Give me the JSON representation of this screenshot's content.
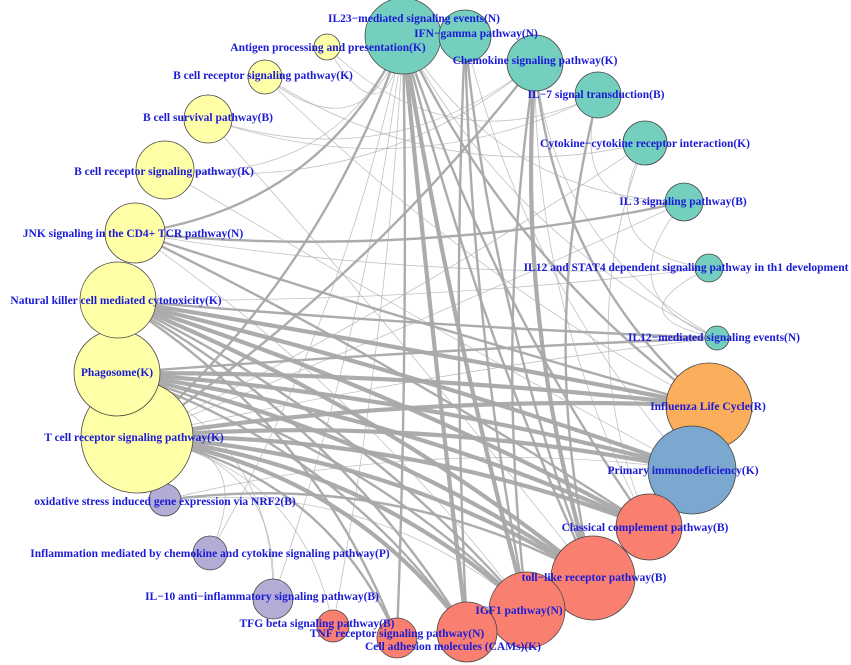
{
  "colors": {
    "background": "#ffffff",
    "edge": "#a8a8a8",
    "label": "#1b1bd6",
    "yellow": "#ffffa8",
    "teal": "#74cfbf",
    "purple": "#b3add6",
    "salmon": "#f98071",
    "orange": "#fbae5b",
    "blue": "#7ca7cf"
  },
  "nodes": [
    {
      "id": "il23",
      "label": "IL23−mediated signaling events(N)",
      "group": "teal"
    },
    {
      "id": "ifng",
      "label": "IFN−gamma pathway(N)",
      "group": "teal"
    },
    {
      "id": "chemokine",
      "label": "Chemokine signaling pathway(K)",
      "group": "teal"
    },
    {
      "id": "il7",
      "label": "IL−7 signal transduction(B)",
      "group": "teal"
    },
    {
      "id": "cytokine",
      "label": "Cytokine−cytokine receptor interaction(K)",
      "group": "teal"
    },
    {
      "id": "il3",
      "label": "IL 3 signaling pathway(B)",
      "group": "teal"
    },
    {
      "id": "il12stat4",
      "label": "IL12 and STAT4 dependent signaling pathway in th1 development",
      "group": "teal"
    },
    {
      "id": "il12",
      "label": "IL12−mediated signaling events(N)",
      "group": "teal"
    },
    {
      "id": "influenza",
      "label": "Influenza Life Cycle(R)",
      "group": "orange"
    },
    {
      "id": "primary",
      "label": "Primary immunodeficiency(K)",
      "group": "blue"
    },
    {
      "id": "classical",
      "label": "Classical complement pathway(B)",
      "group": "salmon"
    },
    {
      "id": "toll",
      "label": "toll−like receptor pathway(B)",
      "group": "salmon"
    },
    {
      "id": "igf1",
      "label": "IGF1 pathway(N)",
      "group": "salmon"
    },
    {
      "id": "cam",
      "label": "Cell adhesion molecules (CAMs)(K)",
      "group": "salmon"
    },
    {
      "id": "tnf",
      "label": "TNF receptor signaling pathway(N)",
      "group": "salmon"
    },
    {
      "id": "tgfb",
      "label": "TFG beta signaling pathway(B)",
      "group": "salmon"
    },
    {
      "id": "il10",
      "label": "IL−10 anti−inflammatory signaling pathway(B)",
      "group": "purple"
    },
    {
      "id": "inflam",
      "label": "Inflammation mediated by chemokine and cytokine signaling pathway(P)",
      "group": "purple"
    },
    {
      "id": "oxid",
      "label": "oxidative stress induced gene expression via NRF2(B)",
      "group": "purple"
    },
    {
      "id": "tcr",
      "label": "T cell receptor signaling pathway(K)",
      "group": "yellow"
    },
    {
      "id": "phago",
      "label": "Phagosome(K)",
      "group": "yellow"
    },
    {
      "id": "nk",
      "label": "Natural killer cell mediated cytotoxicity(K)",
      "group": "yellow"
    },
    {
      "id": "jnk",
      "label": "JNK signaling in the CD4+ TCR pathway(N)",
      "group": "yellow"
    },
    {
      "id": "bcr2",
      "label": "B cell receptor signaling pathway(K)",
      "group": "yellow"
    },
    {
      "id": "bsurv",
      "label": "B cell survival pathway(B)",
      "group": "yellow"
    },
    {
      "id": "bcr1",
      "label": "B cell receptor signaling pathway(K)",
      "group": "yellow"
    },
    {
      "id": "antigen",
      "label": "Antigen processing and presentation(K)",
      "group": "yellow"
    }
  ],
  "edges": [
    {
      "a": "tcr",
      "b": "influenza",
      "weight": 3
    },
    {
      "a": "tcr",
      "b": "primary",
      "weight": 3
    },
    {
      "a": "tcr",
      "b": "classical",
      "weight": 3
    },
    {
      "a": "tcr",
      "b": "toll",
      "weight": 3
    },
    {
      "a": "tcr",
      "b": "igf1",
      "weight": 3
    },
    {
      "a": "tcr",
      "b": "cam",
      "weight": 3
    },
    {
      "a": "tcr",
      "b": "chemokine",
      "weight": 2
    },
    {
      "a": "tcr",
      "b": "il23",
      "weight": 2
    },
    {
      "a": "tcr",
      "b": "cytokine",
      "weight": 1
    },
    {
      "a": "phago",
      "b": "influenza",
      "weight": 3
    },
    {
      "a": "phago",
      "b": "primary",
      "weight": 3
    },
    {
      "a": "phago",
      "b": "toll",
      "weight": 3
    },
    {
      "a": "phago",
      "b": "igf1",
      "weight": 2
    },
    {
      "a": "phago",
      "b": "il12",
      "weight": 2
    },
    {
      "a": "phago",
      "b": "classical",
      "weight": 3
    },
    {
      "a": "nk",
      "b": "influenza",
      "weight": 3
    },
    {
      "a": "nk",
      "b": "primary",
      "weight": 3
    },
    {
      "a": "nk",
      "b": "classical",
      "weight": 3
    },
    {
      "a": "nk",
      "b": "toll",
      "weight": 3
    },
    {
      "a": "nk",
      "b": "il12",
      "weight": 2
    },
    {
      "a": "nk",
      "b": "cam",
      "weight": 2
    },
    {
      "a": "nk",
      "b": "il12stat4",
      "weight": 1
    },
    {
      "a": "jnk",
      "b": "il3",
      "weight": 2
    },
    {
      "a": "jnk",
      "b": "il23",
      "weight": 2
    },
    {
      "a": "jnk",
      "b": "influenza",
      "weight": 2
    },
    {
      "a": "jnk",
      "b": "igf1",
      "weight": 1
    },
    {
      "a": "jnk",
      "b": "il12stat4",
      "weight": 1
    },
    {
      "a": "bcr2",
      "b": "il23",
      "weight": 1
    },
    {
      "a": "bcr2",
      "b": "chemokine",
      "weight": 1
    },
    {
      "a": "bsurv",
      "b": "il7",
      "weight": 1
    },
    {
      "a": "bsurv",
      "b": "chemokine",
      "weight": 1
    },
    {
      "a": "bcr1",
      "b": "il23",
      "weight": 1
    },
    {
      "a": "bcr1",
      "b": "cytokine",
      "weight": 1
    },
    {
      "a": "antigen",
      "b": "il23",
      "weight": 1
    },
    {
      "a": "antigen",
      "b": "il7",
      "weight": 1
    },
    {
      "a": "il23",
      "b": "igf1",
      "weight": 3
    },
    {
      "a": "il23",
      "b": "cam",
      "weight": 3
    },
    {
      "a": "il23",
      "b": "tnf",
      "weight": 2
    },
    {
      "a": "il23",
      "b": "toll",
      "weight": 2
    },
    {
      "a": "il23",
      "b": "influenza",
      "weight": 2
    },
    {
      "a": "il23",
      "b": "tgfb",
      "weight": 1
    },
    {
      "a": "il23",
      "b": "classical",
      "weight": 2
    },
    {
      "a": "il23",
      "b": "il10",
      "weight": 1
    },
    {
      "a": "il23",
      "b": "il12",
      "weight": 1
    },
    {
      "a": "il23",
      "b": "il3",
      "weight": 1
    },
    {
      "a": "ifng",
      "b": "igf1",
      "weight": 2
    },
    {
      "a": "ifng",
      "b": "toll",
      "weight": 2
    },
    {
      "a": "ifng",
      "b": "cam",
      "weight": 2
    },
    {
      "a": "ifng",
      "b": "primary",
      "weight": 1
    },
    {
      "a": "chemokine",
      "b": "toll",
      "weight": 3
    },
    {
      "a": "chemokine",
      "b": "igf1",
      "weight": 2
    },
    {
      "a": "chemokine",
      "b": "influenza",
      "weight": 2
    },
    {
      "a": "chemokine",
      "b": "classical",
      "weight": 1
    },
    {
      "a": "chemokine",
      "b": "il12",
      "weight": 1
    },
    {
      "a": "il7",
      "b": "toll",
      "weight": 2
    },
    {
      "a": "il7",
      "b": "il3",
      "weight": 1
    },
    {
      "a": "cytokine",
      "b": "classical",
      "weight": 1
    },
    {
      "a": "cytokine",
      "b": "il12stat4",
      "weight": 1
    },
    {
      "a": "il3",
      "b": "il12",
      "weight": 1
    },
    {
      "a": "il3",
      "b": "tcr",
      "weight": 1
    },
    {
      "a": "il12stat4",
      "b": "il12",
      "weight": 1
    },
    {
      "a": "il12",
      "b": "tcr",
      "weight": 1
    },
    {
      "a": "oxid",
      "b": "toll",
      "weight": 2
    },
    {
      "a": "oxid",
      "b": "igf1",
      "weight": 1
    },
    {
      "a": "oxid",
      "b": "primary",
      "weight": 1
    },
    {
      "a": "inflam",
      "b": "il23",
      "weight": 1
    },
    {
      "a": "inflam",
      "b": "tcr",
      "weight": 1
    },
    {
      "a": "il10",
      "b": "tcr",
      "weight": 1
    },
    {
      "a": "il10",
      "b": "phago",
      "weight": 1
    },
    {
      "a": "tgfb",
      "b": "tcr",
      "weight": 1
    },
    {
      "a": "tnf",
      "b": "nk",
      "weight": 2
    },
    {
      "a": "tnf",
      "b": "tcr",
      "weight": 2
    },
    {
      "a": "cam",
      "b": "phago",
      "weight": 2
    },
    {
      "a": "igf1",
      "b": "nk",
      "weight": 2
    },
    {
      "a": "classical",
      "b": "jnk",
      "weight": 2
    },
    {
      "a": "toll",
      "b": "bsurv",
      "weight": 1
    },
    {
      "a": "primary",
      "b": "bcr2",
      "weight": 1
    },
    {
      "a": "influenza",
      "b": "bcr1",
      "weight": 1
    }
  ]
}
